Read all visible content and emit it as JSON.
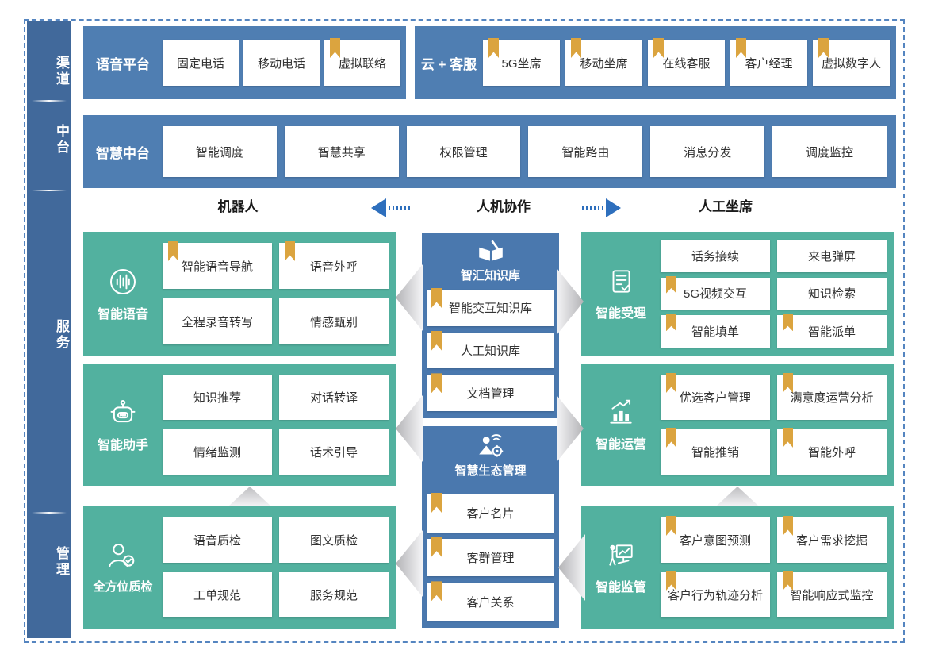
{
  "sidebar": {
    "items": [
      "渠道",
      "中台",
      "服务",
      "管理"
    ]
  },
  "channel_row": {
    "voice_platform": {
      "label": "语音平台",
      "items": [
        {
          "label": "固定电话",
          "bookmark": false
        },
        {
          "label": "移动电话",
          "bookmark": false
        },
        {
          "label": "虚拟联络",
          "bookmark": true
        }
      ]
    },
    "cloud_service": {
      "label": "云 + 客服",
      "items": [
        {
          "label": "5G坐席",
          "bookmark": true
        },
        {
          "label": "移动坐席",
          "bookmark": true
        },
        {
          "label": "在线客服",
          "bookmark": true
        },
        {
          "label": "客户经理",
          "bookmark": true
        },
        {
          "label": "虚拟数字人",
          "bookmark": true
        }
      ]
    }
  },
  "middle_row": {
    "label": "智慧中台",
    "items": [
      {
        "label": "智能调度",
        "bookmark": false
      },
      {
        "label": "智慧共享",
        "bookmark": false
      },
      {
        "label": "权限管理",
        "bookmark": false
      },
      {
        "label": "智能路由",
        "bookmark": false
      },
      {
        "label": "消息分发",
        "bookmark": false
      },
      {
        "label": "调度监控",
        "bookmark": false
      }
    ]
  },
  "collab_header": {
    "left_label": "机器人",
    "center_label": "人机协作",
    "right_label": "人工坐席"
  },
  "robot_column": {
    "blocks": [
      {
        "label": "智能语音",
        "icon": "voice-waves-icon",
        "items": [
          {
            "label": "智能语音导航",
            "bookmark": true
          },
          {
            "label": "语音外呼",
            "bookmark": true
          },
          {
            "label": "全程录音转写",
            "bookmark": false
          },
          {
            "label": "情感甄别",
            "bookmark": false
          }
        ]
      },
      {
        "label": "智能助手",
        "icon": "robot-icon",
        "items": [
          {
            "label": "知识推荐",
            "bookmark": false
          },
          {
            "label": "对话转译",
            "bookmark": false
          },
          {
            "label": "情绪监测",
            "bookmark": false
          },
          {
            "label": "话术引导",
            "bookmark": false
          }
        ]
      },
      {
        "label": "全方位质检",
        "icon": "person-inspect-icon",
        "items": [
          {
            "label": "语音质检",
            "bookmark": false
          },
          {
            "label": "图文质检",
            "bookmark": false
          },
          {
            "label": "工单规范",
            "bookmark": false
          },
          {
            "label": "服务规范",
            "bookmark": false
          }
        ]
      }
    ]
  },
  "knowledge_column": {
    "blocks": [
      {
        "label": "智汇知识库",
        "icon": "open-book-icon",
        "items": [
          {
            "label": "智能交互知识库",
            "bookmark": true
          },
          {
            "label": "人工知识库",
            "bookmark": true
          },
          {
            "label": "文档管理",
            "bookmark": true
          }
        ]
      },
      {
        "label": "智慧生态管理",
        "icon": "person-gear-icon",
        "items": [
          {
            "label": "客户名片",
            "bookmark": true
          },
          {
            "label": "客群管理",
            "bookmark": true
          },
          {
            "label": "客户关系",
            "bookmark": true
          }
        ]
      }
    ]
  },
  "agent_column": {
    "blocks": [
      {
        "label": "智能受理",
        "icon": "document-check-icon",
        "items": [
          {
            "label": "话务接续",
            "bookmark": false
          },
          {
            "label": "来电弹屏",
            "bookmark": false
          },
          {
            "label": "5G视频交互",
            "bookmark": true
          },
          {
            "label": "知识检索",
            "bookmark": false
          },
          {
            "label": "智能填单",
            "bookmark": true
          },
          {
            "label": "智能派单",
            "bookmark": true
          }
        ]
      },
      {
        "label": "智能运营",
        "icon": "chart-growth-icon",
        "items": [
          {
            "label": "优选客户管理",
            "bookmark": true
          },
          {
            "label": "满意度运营分析",
            "bookmark": true
          },
          {
            "label": "智能推销",
            "bookmark": true
          },
          {
            "label": "智能外呼",
            "bookmark": true
          }
        ]
      },
      {
        "label": "智能监管",
        "icon": "presenter-board-icon",
        "items": [
          {
            "label": "客户意图预测",
            "bookmark": true
          },
          {
            "label": "客户需求挖掘",
            "bookmark": true
          },
          {
            "label": "客户行为轨迹分析",
            "bookmark": true
          },
          {
            "label": "智能响应式监控",
            "bookmark": true
          }
        ]
      }
    ]
  },
  "colors": {
    "sidebar_blue": "#41699b",
    "band_blue": "#4f7eb2",
    "center_blue": "#4a78ae",
    "block_green": "#52b19f",
    "bookmark_gold": "#dba43f",
    "arrow_blue": "#2e6fbd",
    "dashed_border_blue": "#5585c0"
  }
}
